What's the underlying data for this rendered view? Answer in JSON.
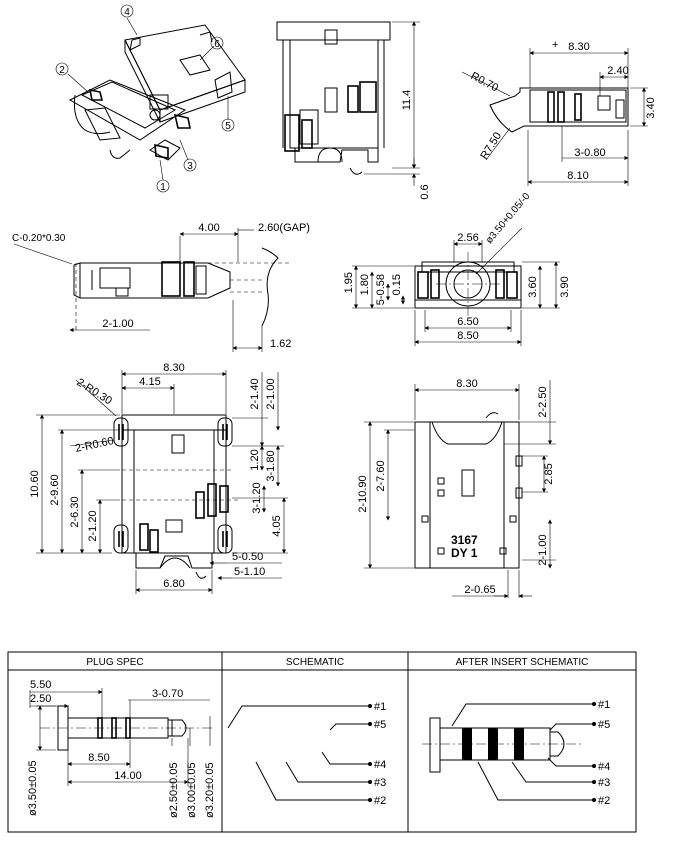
{
  "callouts": [
    "1",
    "2",
    "3",
    "4",
    "5",
    "6"
  ],
  "side_view": {
    "dims": [
      "8.30",
      "2.40",
      "3.40",
      "3-0.80",
      "8.10",
      "R0.70",
      "R7.50"
    ]
  },
  "front_elev": {
    "dims": [
      "11.4",
      "0.6"
    ]
  },
  "plug_side": {
    "dims": [
      "C-0.20*0.30",
      "4.00",
      "2.60(GAP)",
      "2-1.00",
      "1.62"
    ]
  },
  "front_view": {
    "dims": [
      "2.56",
      "ø3.50+0.05/-0",
      "1.95",
      "1.80",
      "5-0.58",
      "0.15",
      "3.60",
      "3.90",
      "6.50",
      "8.50"
    ]
  },
  "bottom_view": {
    "dims": [
      "8.30",
      "4.15",
      "2-R0.30",
      "2-R0.60",
      "2-1.40",
      "2-1.00",
      "10.60",
      "2-9.60",
      "2-6.30",
      "2-1.20",
      "1.20",
      "3-1.80",
      "3-1.20",
      "4.05",
      "5-0.50",
      "5-1.10",
      "6.80"
    ]
  },
  "top_view": {
    "dims": [
      "8.30",
      "2-2.50",
      "2-7.60",
      "2-10.90",
      "2.85",
      "2-1.00",
      "2-0.65"
    ],
    "marking": [
      "3167",
      "DY 1"
    ]
  },
  "table": {
    "headers": [
      "PLUG SPEC",
      "SCHEMATIC",
      "AFTER INSERT SCHEMATIC"
    ],
    "plug_dims": [
      "5.50",
      "2.50",
      "3-0.70",
      "8.50",
      "14.00",
      "ø3.50±0.05",
      "ø2.50±0.05",
      "ø3.00±0.05",
      "ø3.20±0.05"
    ],
    "pins": [
      "#1",
      "#5",
      "#4",
      "#3",
      "#2"
    ]
  }
}
